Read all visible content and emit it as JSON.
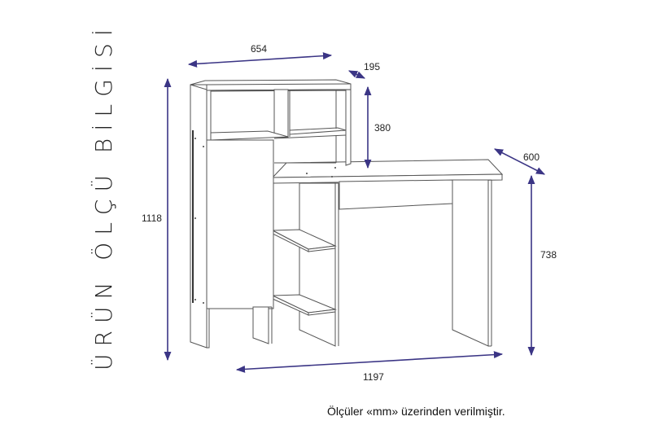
{
  "title": "ÜRÜN ÖLÇÜ BİLGİSİ",
  "dimensions": {
    "top_width": "654",
    "top_depth": "195",
    "shelf_height": "380",
    "desk_depth": "600",
    "total_height": "1118",
    "desk_height": "738",
    "total_width": "1197"
  },
  "units_note": "Ölçüler «mm» üzerinden verilmiştir.",
  "colors": {
    "dimension_arrows": "#3b3585",
    "outline": "#555555",
    "text": "#222222"
  }
}
